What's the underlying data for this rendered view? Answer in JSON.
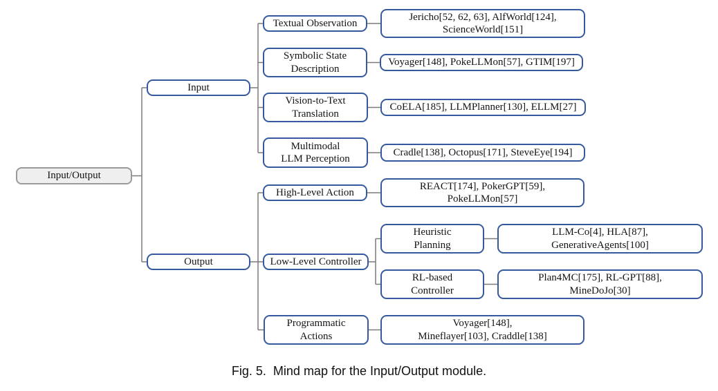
{
  "figure": {
    "caption_prefix": "Fig. 5.",
    "caption_text": "Mind map for the Input/Output module."
  },
  "colors": {
    "node_border_blue": "#35599f",
    "root_border_gray": "#9a9a9a",
    "root_fill_gray": "#efefef",
    "connector_gray": "#7a7a7a",
    "text": "#141414",
    "background": "#ffffff"
  },
  "tree": {
    "root": {
      "label": "Input/Output"
    },
    "branches": [
      {
        "label": "Input",
        "children": [
          {
            "label": "Textual Observation",
            "refs": "Jericho[52, 62, 63], AlfWorld[124],\nScienceWorld[151]"
          },
          {
            "label": "Symbolic State\nDescription",
            "refs": "Voyager[148], PokeLLMon[57], GTIM[197]"
          },
          {
            "label": "Vision-to-Text\nTranslation",
            "refs": "CoELA[185], LLMPlanner[130], ELLM[27]"
          },
          {
            "label": "Multimodal\nLLM Perception",
            "refs": "Cradle[138], Octopus[171], SteveEye[194]"
          }
        ]
      },
      {
        "label": "Output",
        "children": [
          {
            "label": "High-Level Action",
            "refs": "REACT[174], PokerGPT[59],\nPokeLLMon[57]"
          },
          {
            "label": "Low-Level Controller",
            "children": [
              {
                "label": "Heuristic\nPlanning",
                "refs": "LLM-Co[4], HLA[87],\nGenerativeAgents[100]"
              },
              {
                "label": "RL-based\nController",
                "refs": "Plan4MC[175], RL-GPT[88],\nMineDoJo[30]"
              }
            ]
          },
          {
            "label": "Programmatic\nActions",
            "refs": "Voyager[148],\nMineflayer[103], Craddle[138]"
          }
        ]
      }
    ]
  }
}
